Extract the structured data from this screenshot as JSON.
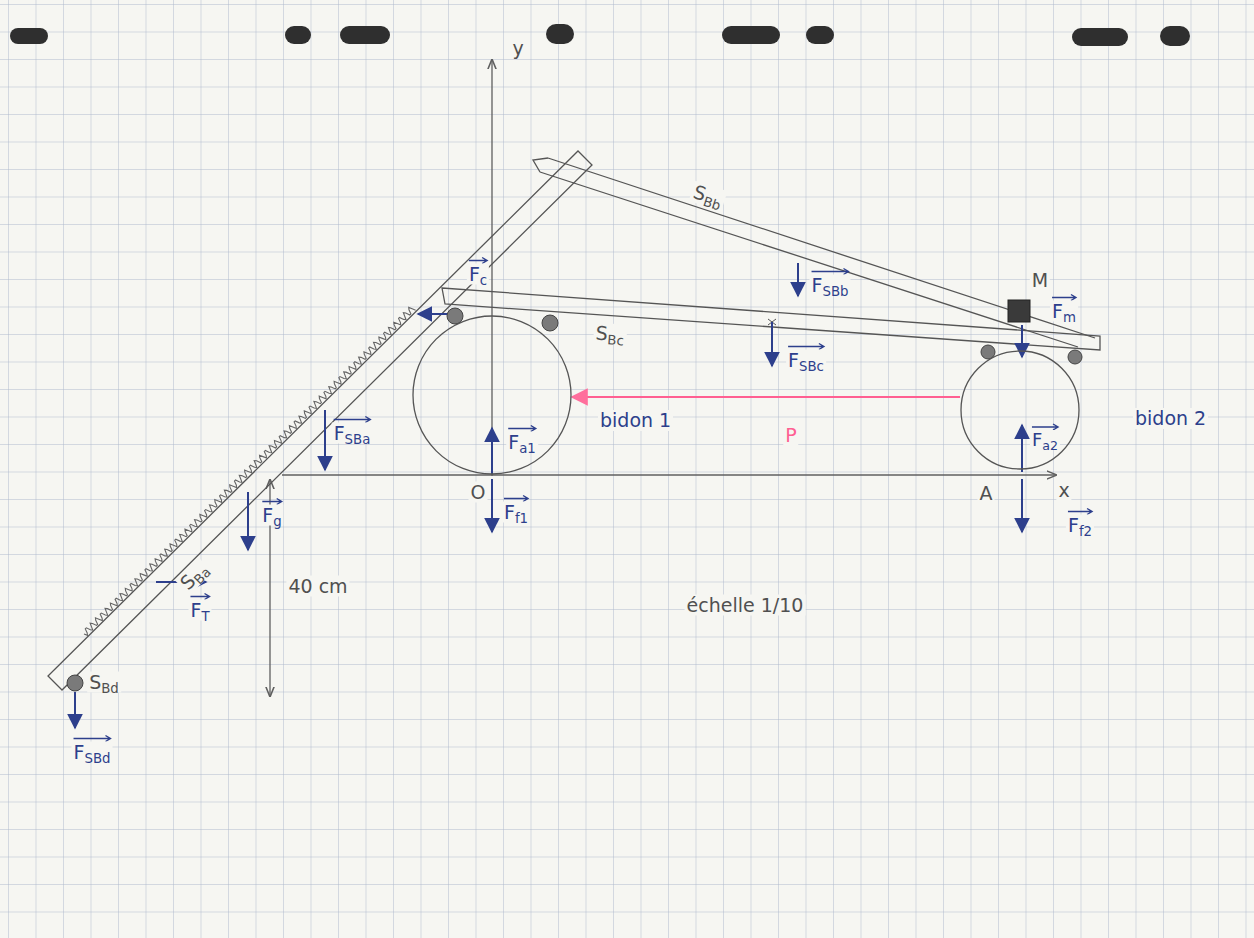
{
  "diagram": {
    "nodes": [
      {
        "text": [
          "bidon 1"
        ]
      },
      {
        "text": [
          "bidon 2"
        ]
      }
    ],
    "edges": [
      {
        "from": 1,
        "to": 0,
        "arrow": "to",
        "label": "P"
      }
    ],
    "labels": [
      "y",
      "x",
      "O",
      "A",
      "FSBb",
      "SBb",
      "M",
      "Fm",
      "Fc",
      "SBc",
      "FSBc",
      "FSBa",
      "Fg",
      "SBa",
      "FT",
      "SBd",
      "FSBd",
      "Fa1",
      "Ff1",
      "Fa2",
      "Ff2",
      "40 cm",
      "échelle 1/10"
    ]
  }
}
